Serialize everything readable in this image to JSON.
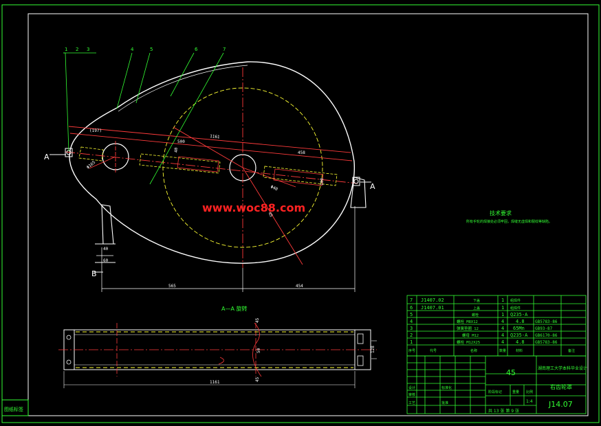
{
  "watermark": "www.woc88.com",
  "section_marks": {
    "a_left": "A",
    "a_right": "A",
    "b": "B"
  },
  "section_title": "A—A 旋转",
  "tech_title": "技术要求",
  "tech_note": "所有手轮的焊接处必须牢固，焊缝无虚焊和裂纹等缺陷。",
  "balloons": [
    "1",
    "2",
    "3",
    "4",
    "5",
    "6",
    "7"
  ],
  "dims": {
    "overall_len": "1161",
    "left_len": "565",
    "right_len": "454",
    "d1": "(197)",
    "d2": "458",
    "d3": "500",
    "d4": "40",
    "d5": "60",
    "d6": "40",
    "d7": "Φ165",
    "d8": "Φ40",
    "d9": "100",
    "d10": "45",
    "d11": "1161",
    "d12": "45",
    "d13": "45",
    "d14": "50",
    "d15": "128"
  },
  "bom": {
    "rows": [
      {
        "no": "7",
        "code": "J1407.02",
        "name": "下盖",
        "qty": "1",
        "mat": "组焊件",
        "std": ""
      },
      {
        "no": "6",
        "code": "J1407.01",
        "name": "上盖",
        "qty": "1",
        "mat": "组焊件",
        "std": ""
      },
      {
        "no": "5",
        "code": "",
        "name": "螺栓",
        "qty": "1",
        "mat": "Q235-A",
        "std": ""
      },
      {
        "no": "4",
        "code": "",
        "name": "螺栓 M8X12",
        "qty": "4",
        "mat": "4.8",
        "std": "GB5783-86"
      },
      {
        "no": "3",
        "code": "",
        "name": "弹簧垫圈 12",
        "qty": "4",
        "mat": "65Mn",
        "std": "GB93-87"
      },
      {
        "no": "2",
        "code": "",
        "name": "螺母 M12",
        "qty": "4",
        "mat": "Q235-A",
        "std": "GB6170-86"
      },
      {
        "no": "1",
        "code": "",
        "name": "螺栓 M12X25",
        "qty": "4",
        "mat": "4.8",
        "std": "GB5783-86"
      }
    ],
    "header": {
      "no": "序号",
      "code": "代号",
      "name": "名称",
      "qty": "数量",
      "mat": "材料",
      "std": "备注"
    }
  },
  "title_block": {
    "material": "45",
    "company": "湖南理工大学本科毕业设计",
    "part_name": "右齿轮罩",
    "drawing_no": "J14.07",
    "stage_label": "阶段标记",
    "weight_label": "重量",
    "scale_label": "比例",
    "scale": "1:4",
    "sheets": "共 13 张  第 9 张",
    "designer_label": "设计",
    "check_label": "审核",
    "craft_label": "工艺",
    "approve_label": "批准",
    "std_label": "标准化"
  },
  "corner_label": "图纸标签",
  "colors": {
    "frame": "#ffffff",
    "part": "#ffffff",
    "center": "#ff3b3b",
    "hidden": "#ffff33",
    "dim": "#ffffff",
    "leader": "#33ff33",
    "table": "#33ff33",
    "watermark": "#ff2222"
  }
}
